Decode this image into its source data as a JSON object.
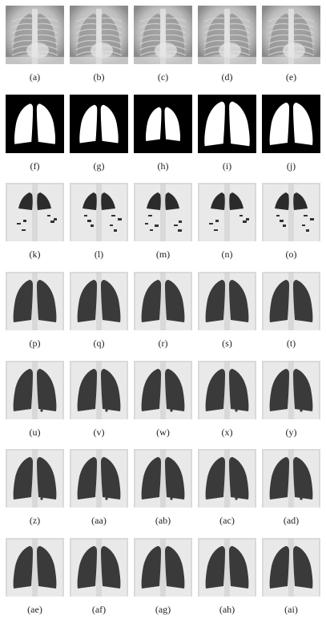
{
  "figure": {
    "rows": [
      {
        "kind": "xray",
        "captions": [
          "(a)",
          "(b)",
          "(c)",
          "(d)",
          "(e)"
        ]
      },
      {
        "kind": "mask",
        "captions": [
          "(f)",
          "(g)",
          "(h)",
          "(i)",
          "(j)"
        ]
      },
      {
        "kind": "seg-noisy",
        "captions": [
          "(k)",
          "(l)",
          "(m)",
          "(n)",
          "(o)"
        ]
      },
      {
        "kind": "seg-clean",
        "captions": [
          "(p)",
          "(q)",
          "(r)",
          "(s)",
          "(t)"
        ]
      },
      {
        "kind": "seg-spots",
        "captions": [
          "(u)",
          "(v)",
          "(w)",
          "(x)",
          "(y)"
        ]
      },
      {
        "kind": "seg-spots",
        "captions": [
          "(z)",
          "(aa)",
          "(ab)",
          "(ac)",
          "(ad)"
        ]
      },
      {
        "kind": "seg-clean",
        "captions": [
          "(ae)",
          "(af)",
          "(ag)",
          "(ah)",
          "(ai)"
        ]
      }
    ]
  }
}
